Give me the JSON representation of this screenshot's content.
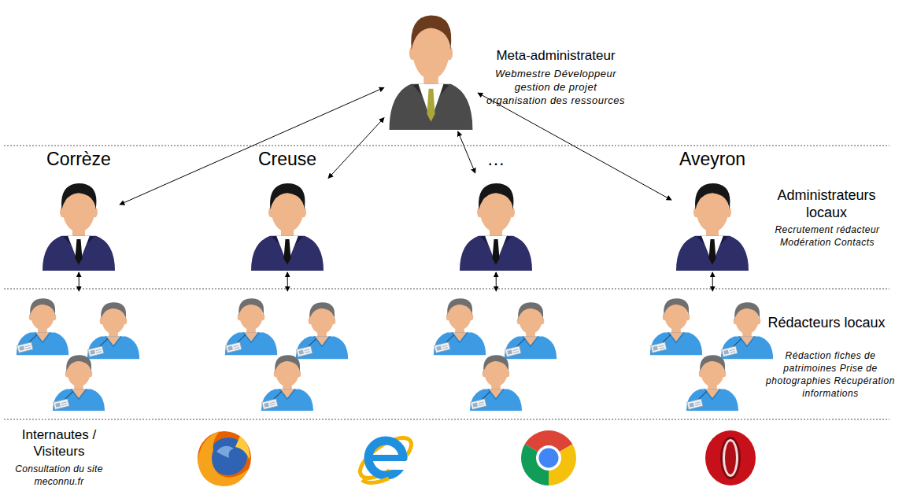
{
  "diagram": {
    "nodes": [
      {
        "text": [
          "Meta-administrateur",
          "Webmestre Développeur gestion de projet organisation des ressources"
        ]
      },
      {
        "text": [
          "Corrèze"
        ]
      },
      {
        "text": [
          "Creuse"
        ]
      },
      {
        "text": [
          "…"
        ]
      },
      {
        "text": [
          "Aveyron"
        ]
      },
      {
        "text": []
      },
      {
        "text": []
      },
      {
        "text": []
      },
      {
        "text": []
      }
    ],
    "edges": [
      {
        "from": 0,
        "to": 1,
        "arrow": "both"
      },
      {
        "from": 0,
        "to": 2,
        "arrow": "both"
      },
      {
        "from": 0,
        "to": 3,
        "arrow": "both"
      },
      {
        "from": 0,
        "to": 4,
        "arrow": "both"
      },
      {
        "from": 1,
        "to": 5,
        "arrow": "both"
      },
      {
        "from": 2,
        "to": 6,
        "arrow": "both"
      },
      {
        "from": 3,
        "to": 7,
        "arrow": "both"
      },
      {
        "from": 4,
        "to": 8,
        "arrow": "both"
      }
    ],
    "labels": [
      "Administrateurs locaux",
      "Recrutement rédacteur Modération Contacts",
      "Rédacteurs locaux",
      "Rédaction fiches de patrimoines Prise de photographies Récupération informations",
      "Internautes / Visiteurs",
      "Consultation du site meconnu.fr"
    ]
  }
}
